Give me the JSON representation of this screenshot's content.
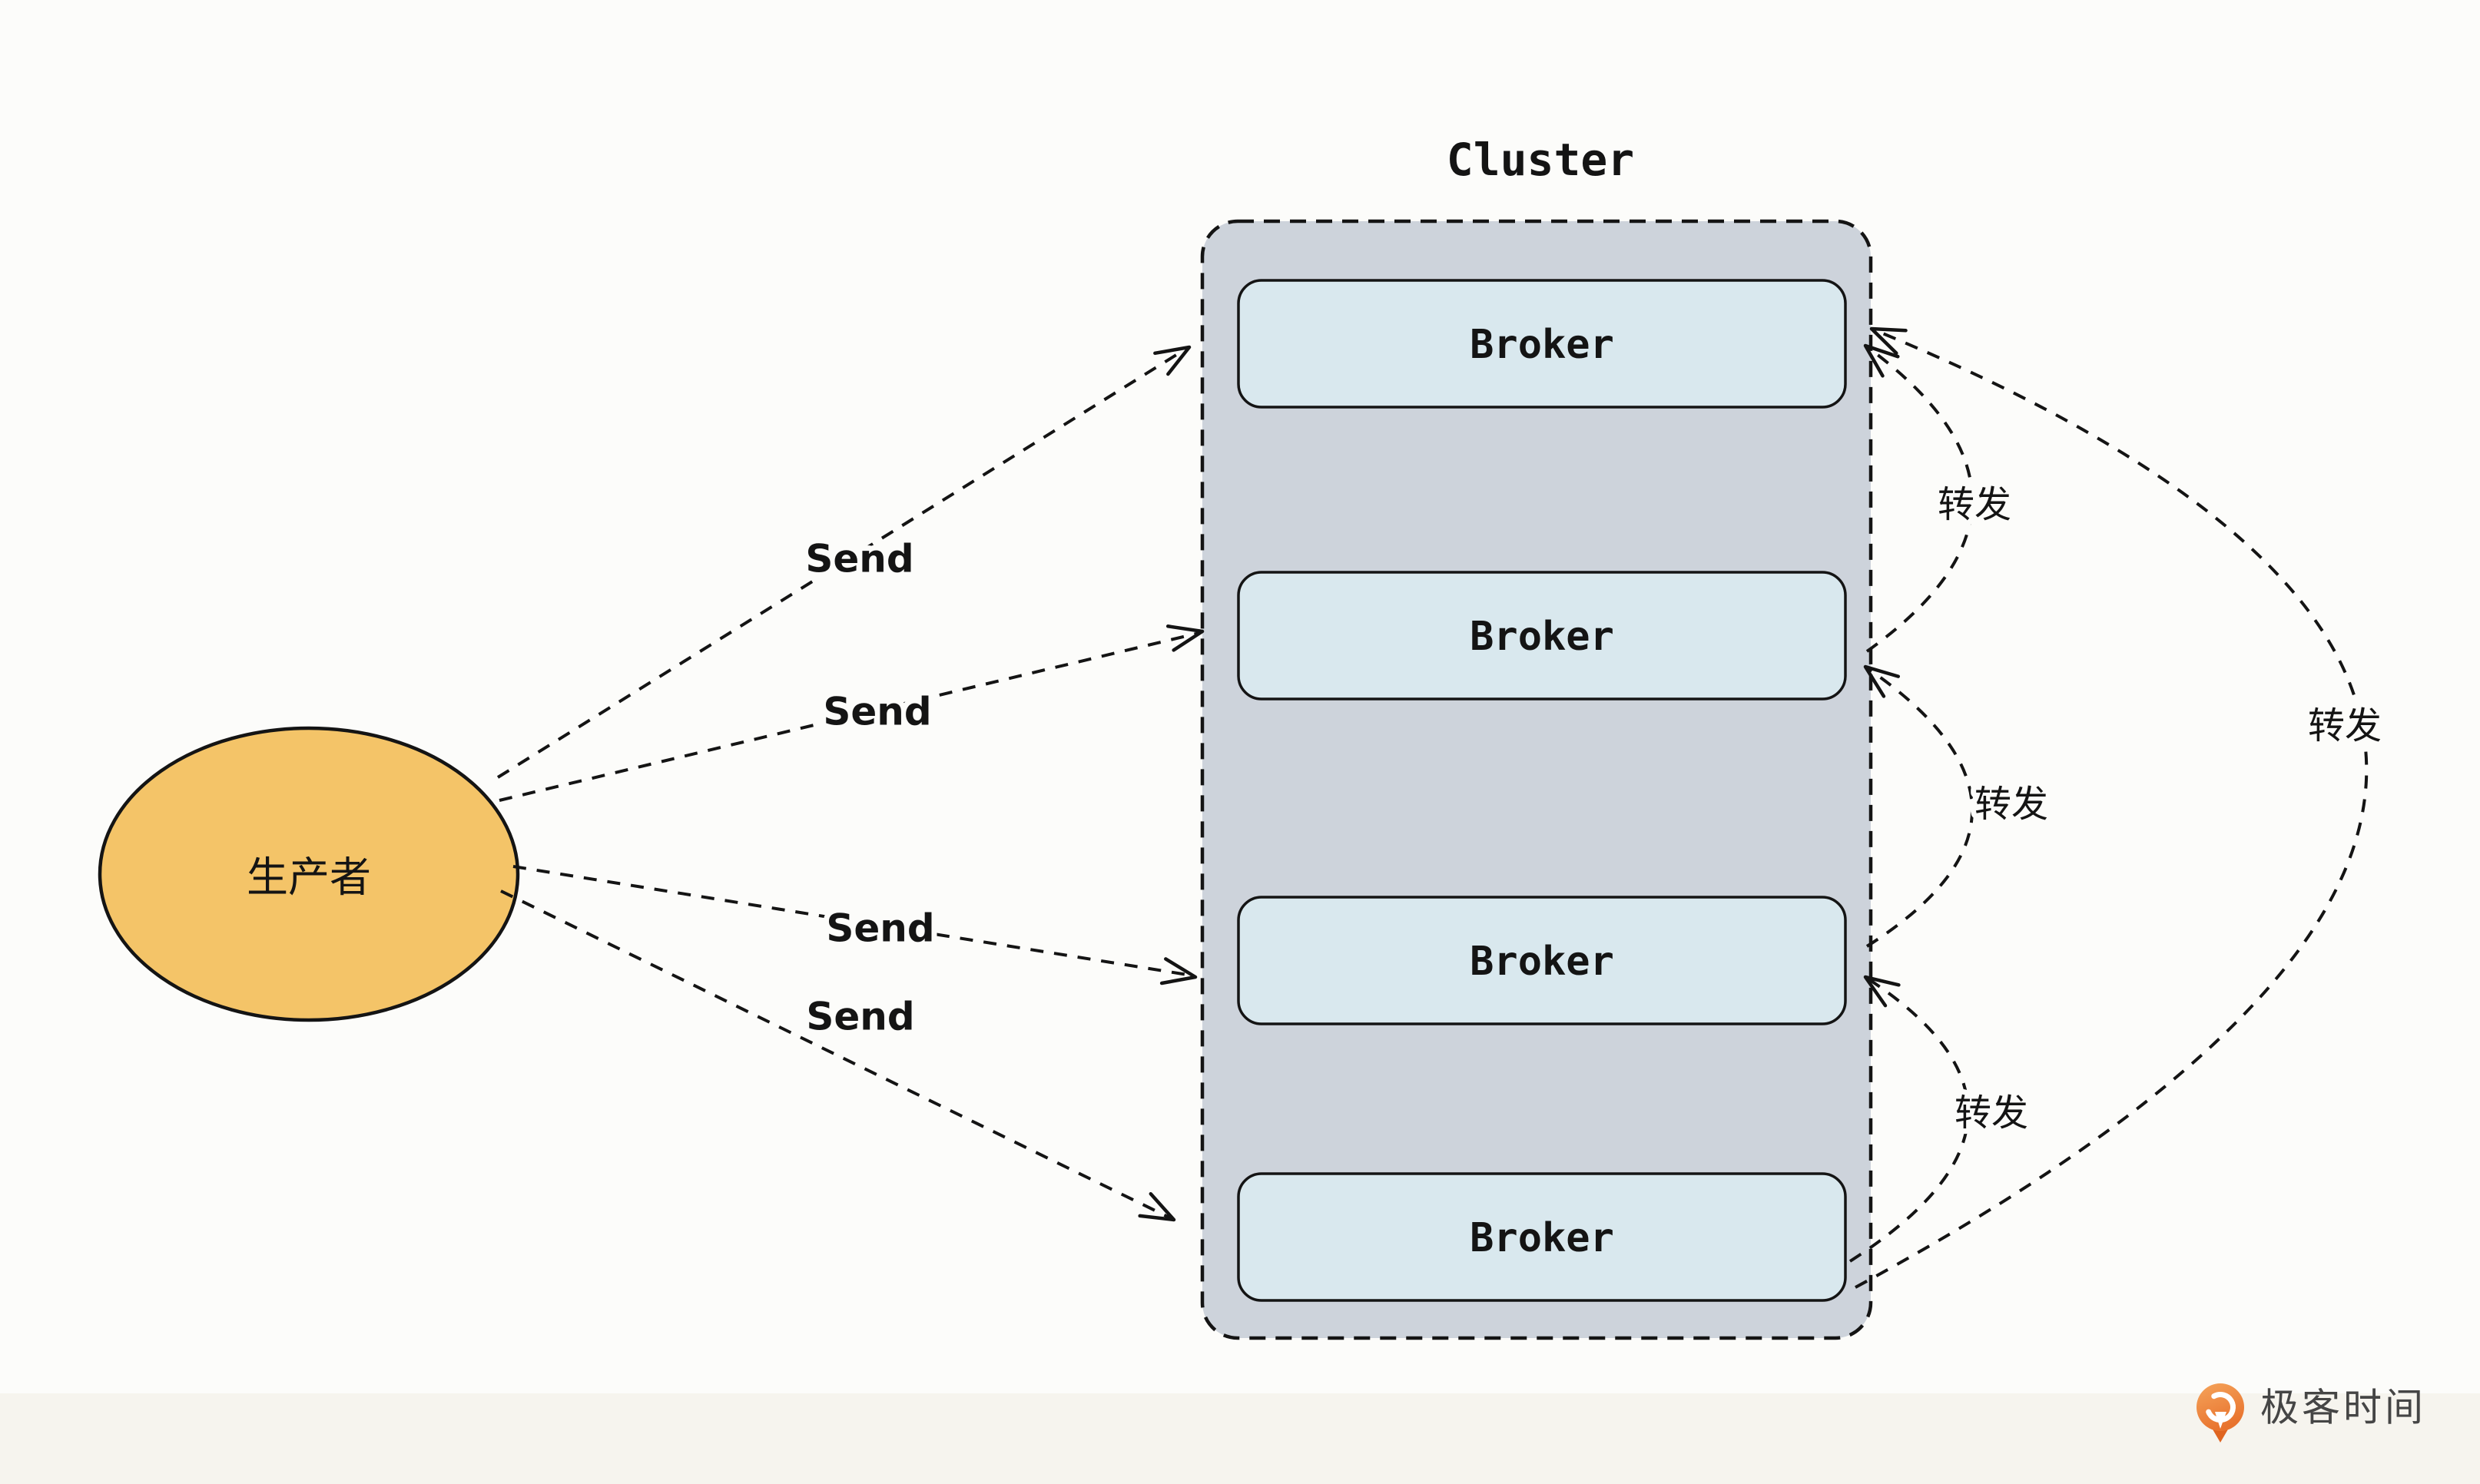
{
  "diagram": {
    "cluster": {
      "title": "Cluster",
      "broker_labels": [
        "Broker",
        "Broker",
        "Broker",
        "Broker"
      ]
    },
    "producer": {
      "label": "生产者"
    },
    "send_labels": [
      "Send",
      "Send",
      "Send",
      "Send"
    ],
    "forward_labels": [
      "转发",
      "转发",
      "转发",
      "转发"
    ],
    "colors": {
      "stroke": "#141414",
      "cluster_fill": "#CDD3DB",
      "broker_fill": "#D9E8EE",
      "producer_fill": "#F4C468",
      "background": "#FCFCFA",
      "footer_strip": "#F6F4EE",
      "brand_orange": "#E8732E",
      "brand_orange_light": "#F5A45B",
      "brand_text_color": "#454545"
    }
  },
  "footer": {
    "brand": "极客时间"
  }
}
